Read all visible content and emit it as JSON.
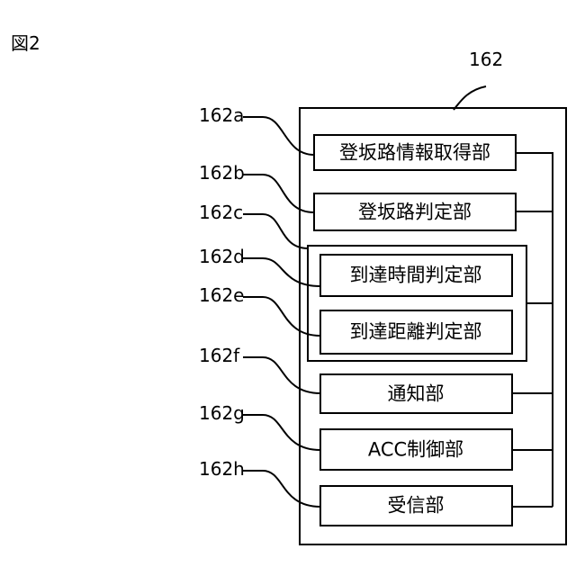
{
  "figure_label": "図2",
  "main_ref": "162",
  "blocks": [
    {
      "ref": "162a",
      "label": "登坂路情報取得部"
    },
    {
      "ref": "162b",
      "label": "登坂路判定部"
    },
    {
      "ref": "162c",
      "label": ""
    },
    {
      "ref": "162d",
      "label": "到達時間判定部"
    },
    {
      "ref": "162e",
      "label": "到達距離判定部"
    },
    {
      "ref": "162f",
      "label": "通知部"
    },
    {
      "ref": "162g",
      "label": "ACC制御部"
    },
    {
      "ref": "162h",
      "label": "受信部"
    }
  ]
}
